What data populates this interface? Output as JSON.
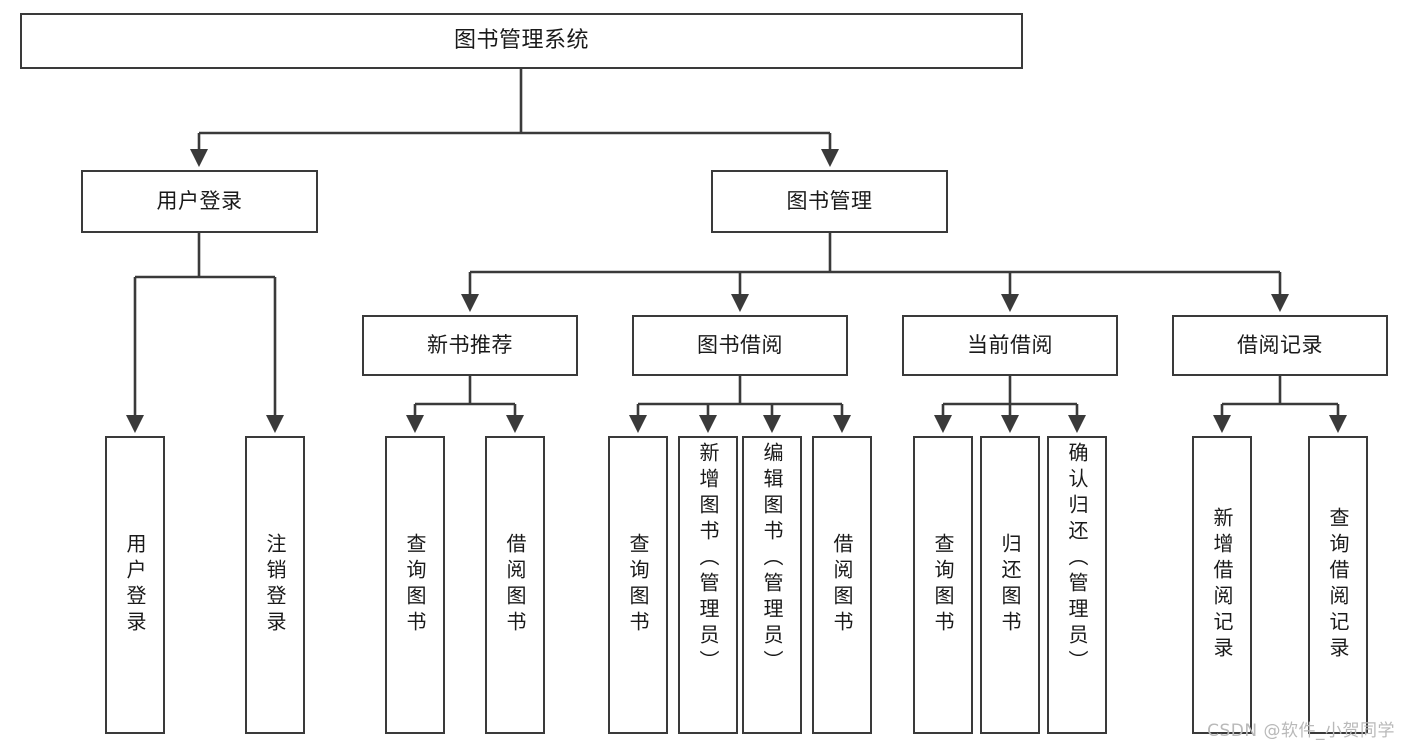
{
  "diagram": {
    "title": "图书管理系统",
    "type": "hierarchy-tree",
    "watermark": "CSDN @软件_小贺同学",
    "colors": {
      "stroke": "#3a3a3a",
      "fill": "#ffffff",
      "text": "#1a1a1a",
      "watermark": "#b9b9b9"
    }
  },
  "nodes": {
    "root": {
      "label": "图书管理系统"
    },
    "level1": [
      {
        "id": "user-login",
        "label": "用户登录"
      },
      {
        "id": "book-manage",
        "label": "图书管理"
      }
    ],
    "level2": [
      {
        "id": "new-book-recommend",
        "label": "新书推荐"
      },
      {
        "id": "book-borrow",
        "label": "图书借阅"
      },
      {
        "id": "current-borrow",
        "label": "当前借阅"
      },
      {
        "id": "borrow-record",
        "label": "借阅记录"
      }
    ],
    "leaves": {
      "user_login": [
        {
          "id": "leaf-user-login",
          "label": "用户登录"
        },
        {
          "id": "leaf-logout-login",
          "label": "注销登录"
        }
      ],
      "new_book_recommend": [
        {
          "id": "leaf-query-book-1",
          "label": "查询图书"
        },
        {
          "id": "leaf-borrow-book-1",
          "label": "借阅图书"
        }
      ],
      "book_borrow": [
        {
          "id": "leaf-query-book-2",
          "label": "查询图书"
        },
        {
          "id": "leaf-add-book",
          "label": "新增图书（管理员）"
        },
        {
          "id": "leaf-edit-book",
          "label": "编辑图书（管理员）"
        },
        {
          "id": "leaf-borrow-book-2",
          "label": "借阅图书"
        }
      ],
      "current_borrow": [
        {
          "id": "leaf-query-book-3",
          "label": "查询图书"
        },
        {
          "id": "leaf-return-book",
          "label": "归还图书"
        },
        {
          "id": "leaf-confirm-return",
          "label": "确认归还（管理员）"
        }
      ],
      "borrow_record": [
        {
          "id": "leaf-add-record",
          "label": "新增借阅记录"
        },
        {
          "id": "leaf-query-record",
          "label": "查询借阅记录"
        }
      ]
    }
  },
  "edges": [
    {
      "from": "图书管理系统",
      "to": "用户登录"
    },
    {
      "from": "图书管理系统",
      "to": "图书管理"
    },
    {
      "from": "用户登录",
      "to": "用户登录"
    },
    {
      "from": "用户登录",
      "to": "注销登录"
    },
    {
      "from": "图书管理",
      "to": "新书推荐"
    },
    {
      "from": "图书管理",
      "to": "图书借阅"
    },
    {
      "from": "图书管理",
      "to": "当前借阅"
    },
    {
      "from": "图书管理",
      "to": "借阅记录"
    },
    {
      "from": "新书推荐",
      "to": "查询图书"
    },
    {
      "from": "新书推荐",
      "to": "借阅图书"
    },
    {
      "from": "图书借阅",
      "to": "查询图书"
    },
    {
      "from": "图书借阅",
      "to": "新增图书（管理员）"
    },
    {
      "from": "图书借阅",
      "to": "编辑图书（管理员）"
    },
    {
      "from": "图书借阅",
      "to": "借阅图书"
    },
    {
      "from": "当前借阅",
      "to": "查询图书"
    },
    {
      "from": "当前借阅",
      "to": "归还图书"
    },
    {
      "from": "当前借阅",
      "to": "确认归还（管理员）"
    },
    {
      "from": "借阅记录",
      "to": "新增借阅记录"
    },
    {
      "from": "借阅记录",
      "to": "查询借阅记录"
    }
  ]
}
